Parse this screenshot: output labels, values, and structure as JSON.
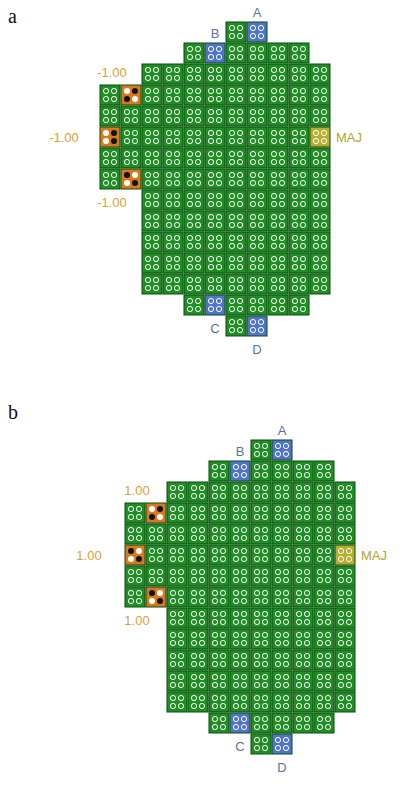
{
  "diagram": {
    "labels": [
      "a",
      "A",
      "B",
      "-1.00",
      "-1.00",
      "-1.00",
      "MAJ",
      "C",
      "D",
      "b",
      "A",
      "B",
      "1.00",
      "1.00",
      "1.00",
      "MAJ",
      "C",
      "D"
    ]
  }
}
